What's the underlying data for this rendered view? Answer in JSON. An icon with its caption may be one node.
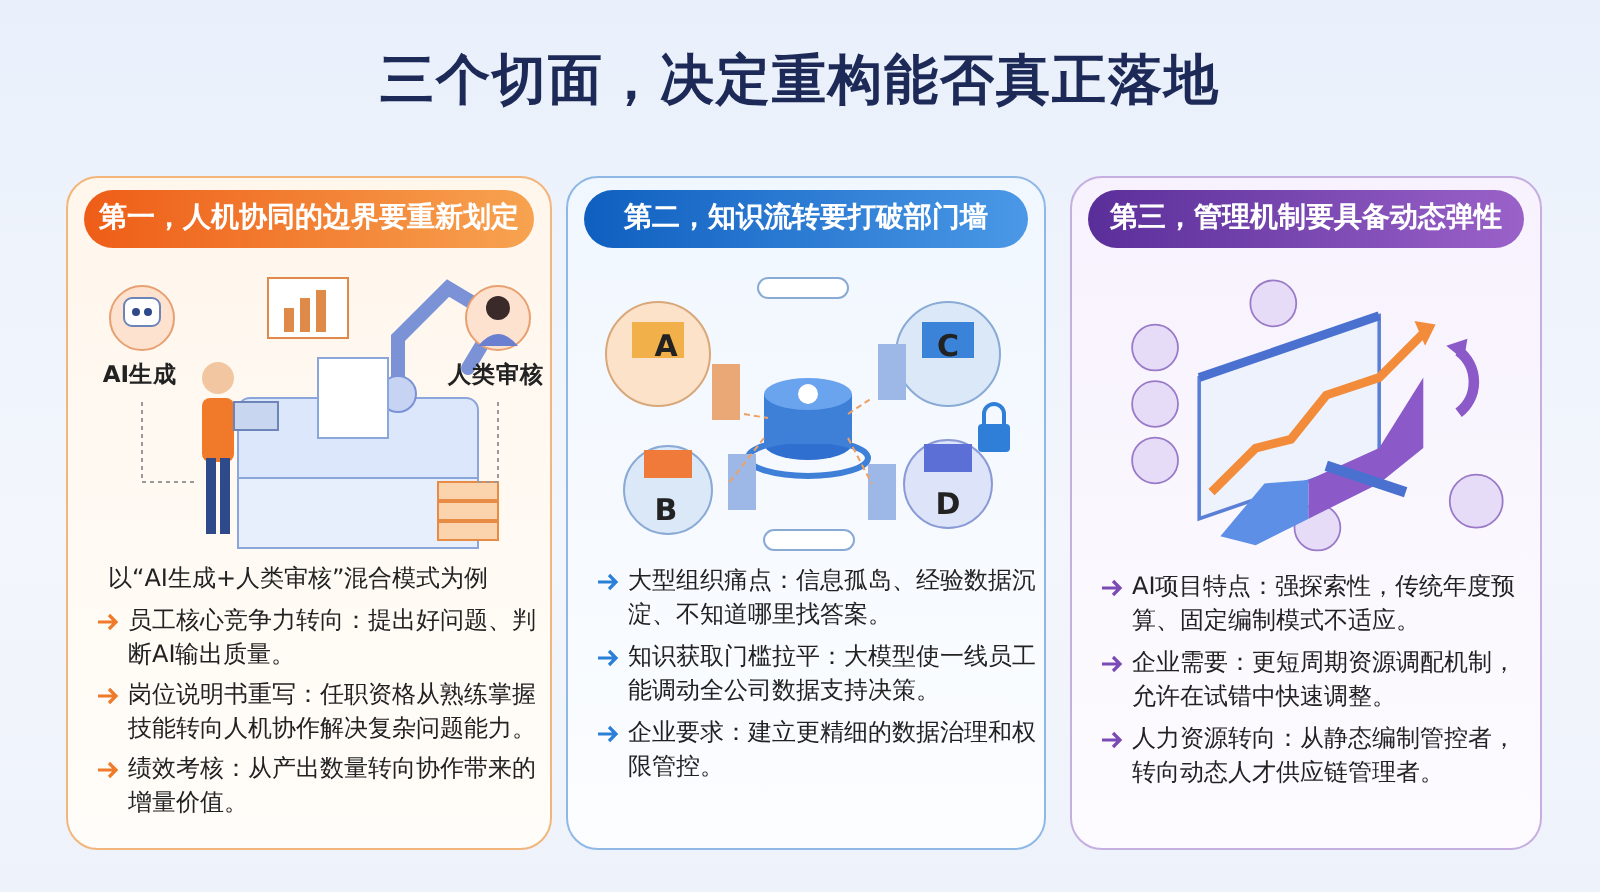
{
  "diagram": {
    "title": "三个切面，决定重构能否真正落地",
    "nodes": [
      {
        "text": [
          "第一，人机协同的边界要重新划定",
          "以“AI生成+人类审核”混合模式为例",
          "员工核心竞争力转向：提出好问题、判断AI输出质量。",
          "岗位说明书重写：任职资格从熟练掌握技能转向人机协作解决复杂问题能力。",
          "绩效考核：从产出数量转向协作带来的增量价值。"
        ]
      },
      {
        "text": [
          "第二，知识流转要打破部门墙",
          "大型组织痛点：信息孤岛、经验数据沉淀、不知道哪里找答案。",
          "知识获取门槛拉平：大模型使一线员工能调动全公司数据支持决策。",
          "企业要求：建立更精细的数据治理和权限管控。"
        ]
      },
      {
        "text": [
          "第三，管理机制要具备动态弹性",
          "AI项目特点：强探索性，传统年度预算、固定编制模式不适应。",
          "企业需要：更短周期资源调配机制，允许在试错中快速调整。",
          "人力资源转向：从静态编制管控者，转向动态人才供应链管理者。"
        ]
      }
    ],
    "labels": [
      "AI生成",
      "人类审核",
      "A",
      "C",
      "B",
      "D"
    ]
  }
}
